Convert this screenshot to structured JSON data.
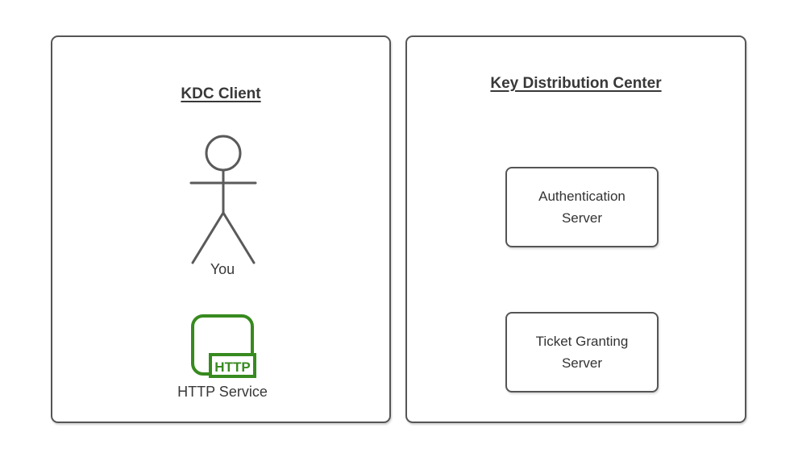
{
  "diagram": {
    "left_panel": {
      "title": "KDC Client",
      "actor_label": "You",
      "service_icon_text": "HTTP",
      "service_label": "HTTP Service"
    },
    "right_panel": {
      "title": "Key Distribution Center",
      "boxes": [
        {
          "label": "Authentication Server"
        },
        {
          "label": "Ticket Granting Server"
        }
      ]
    },
    "colors": {
      "panel_border": "#555555",
      "node_border": "#555555",
      "figure_stroke": "#5a5a5a",
      "accent_green": "#378a1f",
      "title_text": "#383838",
      "label_text": "#333333",
      "background": "#ffffff"
    }
  }
}
